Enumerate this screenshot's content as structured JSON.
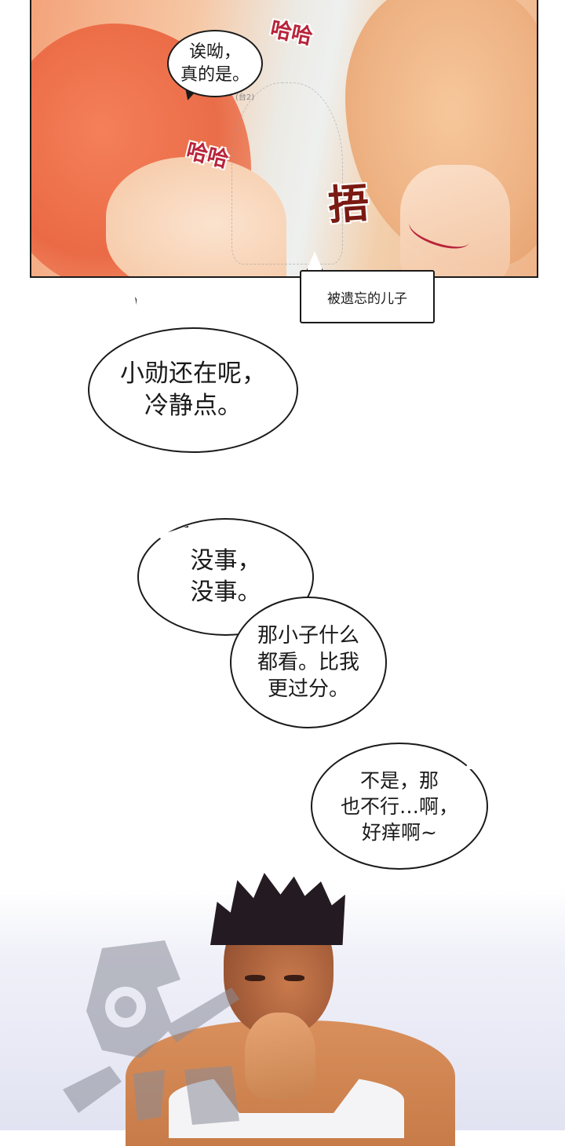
{
  "panel_top": {
    "speech": "诶呦，\n真的是。",
    "sfx_laugh_1": "哈哈",
    "sfx_laugh_2": "哈哈",
    "sfx_cover": "捂",
    "sketch_tag": "(台2)",
    "caption": "被遗忘的儿子"
  },
  "bubbles": {
    "xiao": "小勋还在呢，\n冷静点。",
    "meishi": "没事，\n没事。",
    "naxiaozi": "那小子什么\n都看。比我\n更过分。",
    "bushi": "不是，那\n也不行…啊，\n好痒啊~"
  },
  "colors": {
    "sfx_red": "#b8243a",
    "border": "#1a1a1a"
  },
  "watermark_icon": "mascot-logo-icon"
}
